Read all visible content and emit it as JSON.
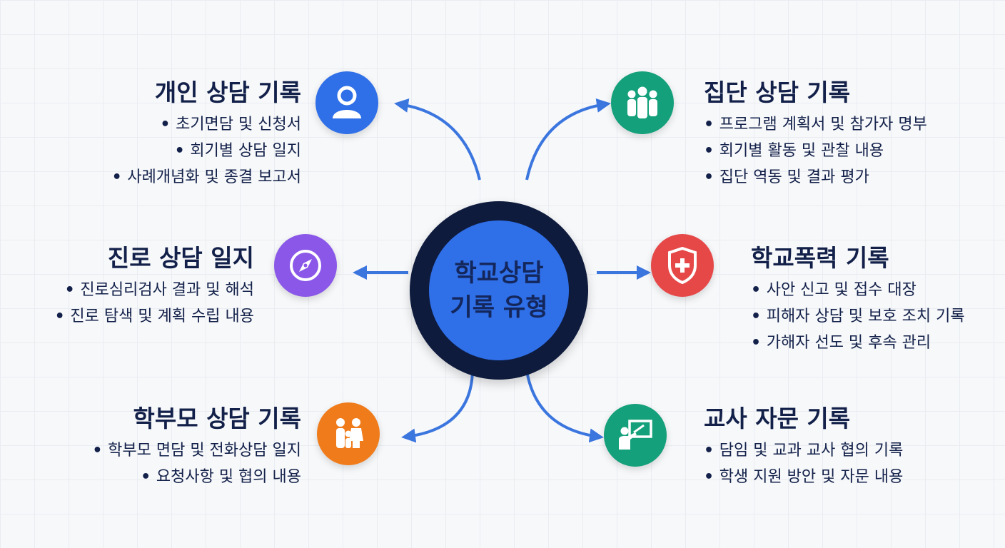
{
  "hub": {
    "line1": "학교상담",
    "line2": "기록 유형"
  },
  "colors": {
    "individual": "#2f6fe8",
    "career": "#8a57e8",
    "parent": "#f07b1a",
    "group": "#13a07a",
    "violence": "#e64848",
    "teacher": "#13a07a",
    "arrow": "#3b76df",
    "hub_ring": "#0e1b3d",
    "hub_fill": "#2f6fe8"
  },
  "nodes": {
    "individual": {
      "title": "개인 상담 기록",
      "icon": "user-icon",
      "items": [
        "초기면담 및 신청서",
        "회기별 상담 일지",
        "사례개념화 및 종결 보고서"
      ]
    },
    "career": {
      "title": "진로 상담 일지",
      "icon": "compass-icon",
      "items": [
        "진로심리검사 결과 및 해석",
        "진로 탐색 및 계획 수립 내용"
      ]
    },
    "parent": {
      "title": "학부모 상담 기록",
      "icon": "family-icon",
      "items": [
        "학부모 면담 및 전화상담 일지",
        "요청사항 및 협의 내용"
      ]
    },
    "group": {
      "title": "집단 상담 기록",
      "icon": "group-icon",
      "items": [
        "프로그램 계획서 및 참가자 명부",
        "회기별 활동 및 관찰 내용",
        "집단 역동 및 결과 평가"
      ]
    },
    "violence": {
      "title": "학교폭력 기록",
      "icon": "shield-icon",
      "items": [
        "사안 신고 및 접수 대장",
        "피해자 상담 및 보호 조치 기록",
        "가해자 선도 및 후속 관리"
      ]
    },
    "teacher": {
      "title": "교사 자문 기록",
      "icon": "teacher-icon",
      "items": [
        "담임 및 교과 교사 협의 기록",
        "학생 지원 방안 및 자문 내용"
      ]
    }
  }
}
